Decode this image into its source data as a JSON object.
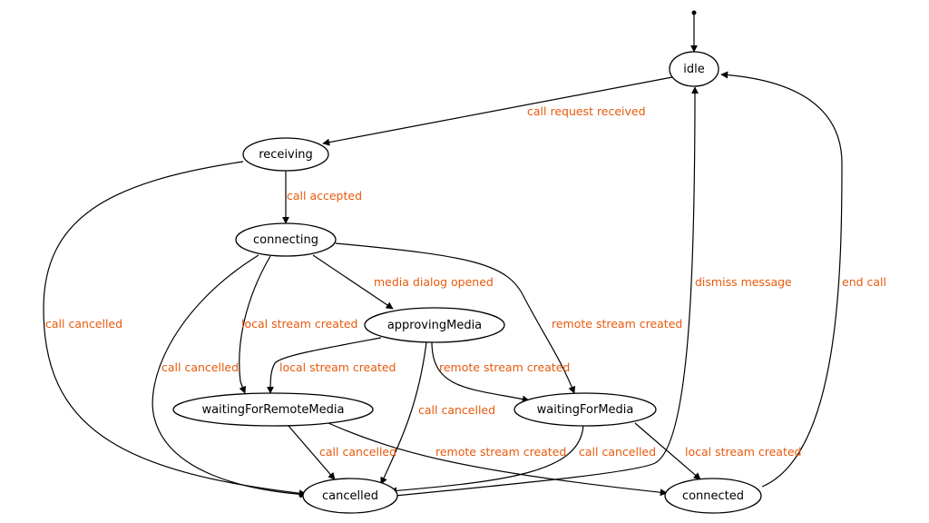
{
  "diagram": {
    "nodes": {
      "idle": "idle",
      "receiving": "receiving",
      "connecting": "connecting",
      "approvingMedia": "approvingMedia",
      "waitingForRemoteMedia": "waitingForRemoteMedia",
      "waitingForMedia": "waitingForMedia",
      "cancelled": "cancelled",
      "connected": "connected"
    },
    "edges": {
      "idle_to_receiving": "call request received",
      "receiving_to_connecting": "call accepted",
      "receiving_to_cancelled": "call cancelled",
      "connecting_to_approvingMedia": "media dialog opened",
      "connecting_to_waitingForRemoteMedia": "local stream created",
      "connecting_to_cancelled": "call cancelled",
      "connecting_to_waitingForMedia": "remote stream created",
      "approvingMedia_to_waitingForRemoteMedia": "local stream created",
      "approvingMedia_to_waitingForMedia": "remote stream created",
      "approvingMedia_to_cancelled": "call cancelled",
      "waitingForRemoteMedia_to_cancelled": "call cancelled",
      "waitingForRemoteMedia_to_connected": "remote stream created",
      "waitingForMedia_to_cancelled": "call cancelled",
      "waitingForMedia_to_connected": "local stream created",
      "cancelled_to_idle": "dismiss message",
      "connected_to_idle": "end call"
    },
    "colors": {
      "label": "#e8590c",
      "stroke": "#000000"
    }
  }
}
